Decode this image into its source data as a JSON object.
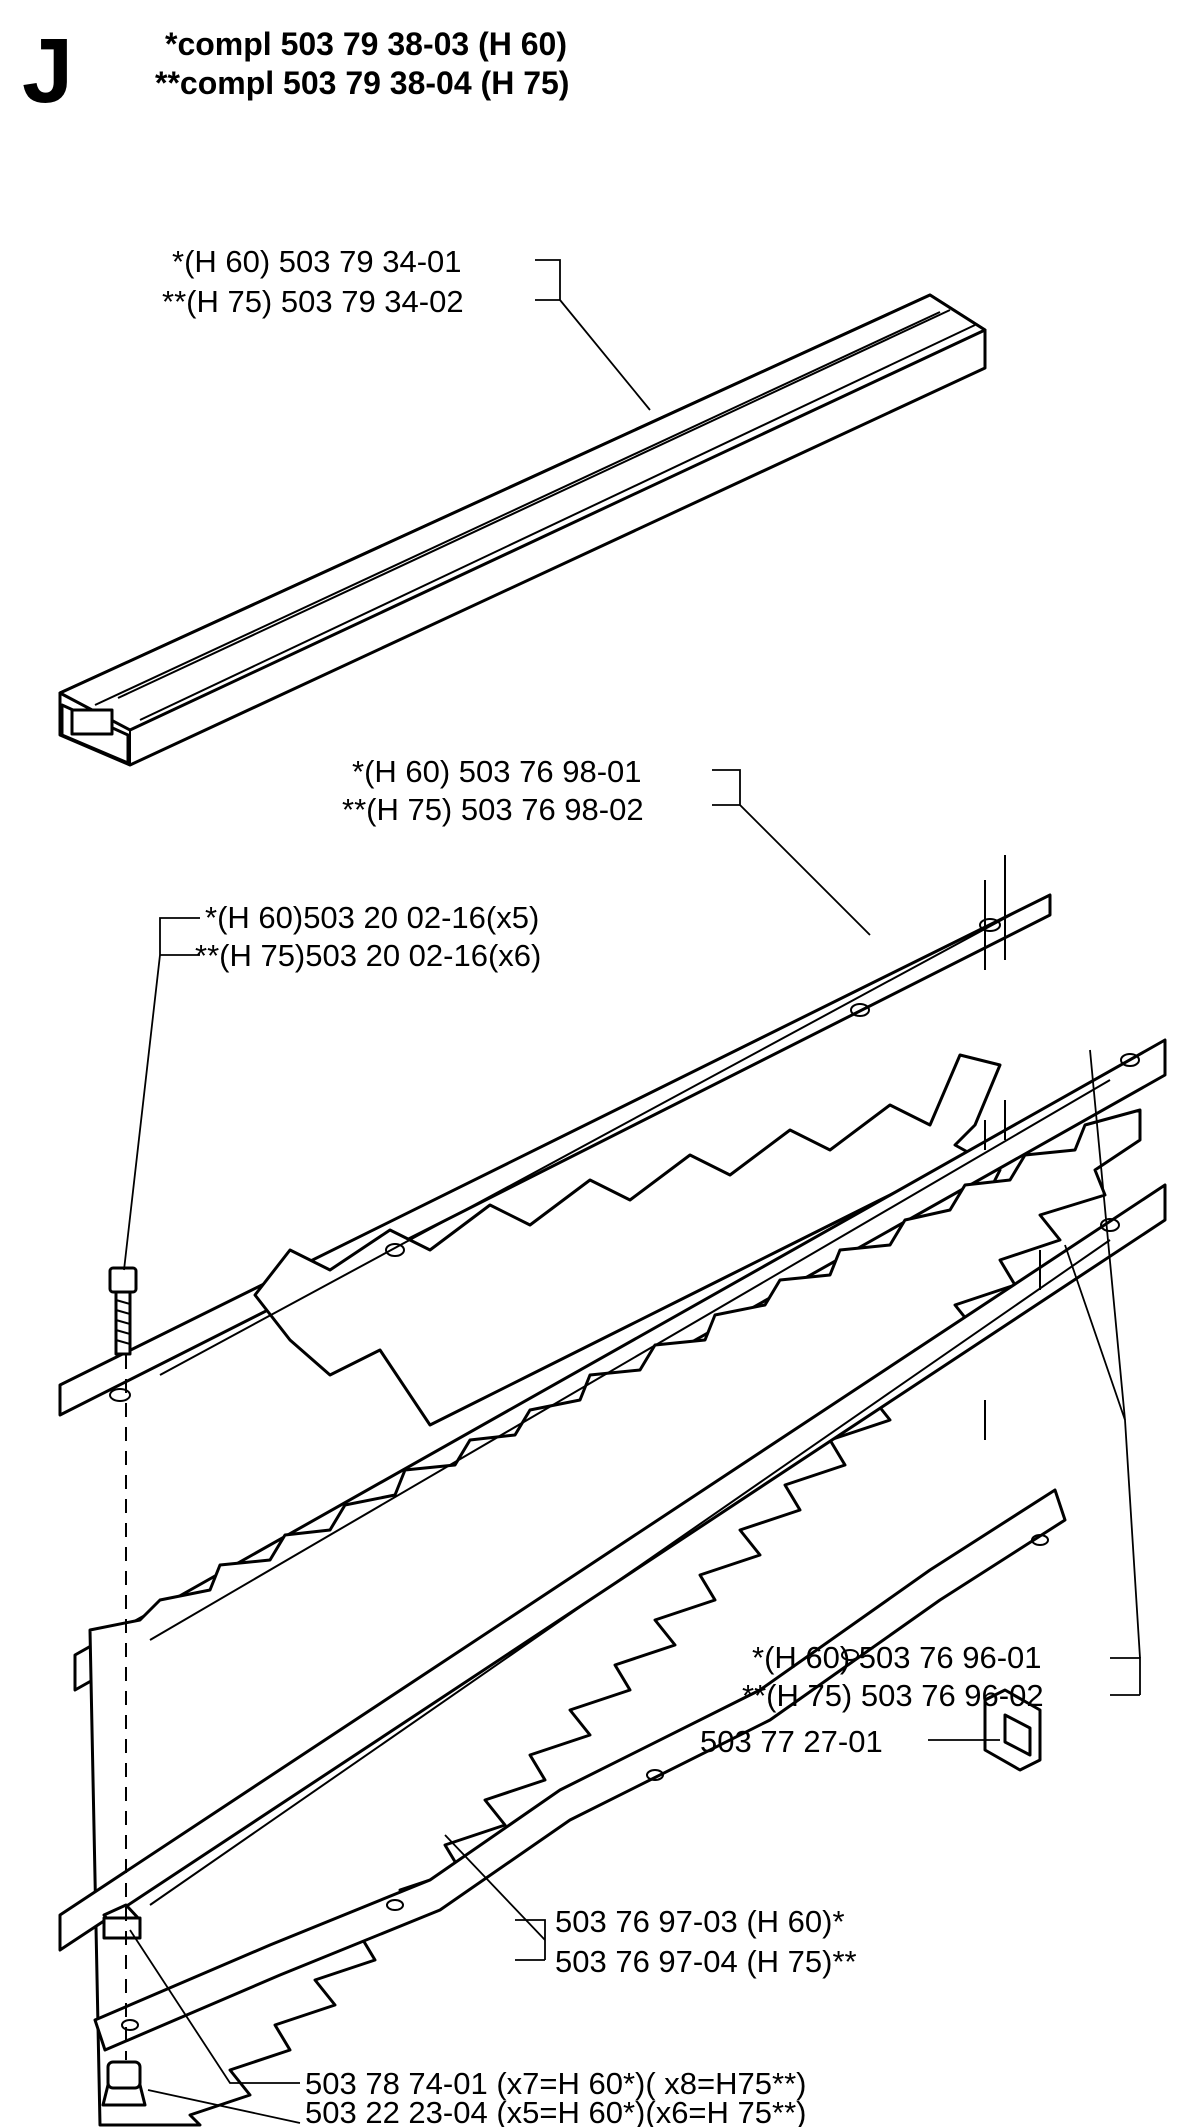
{
  "section_letter": "J",
  "header": {
    "line1": "*compl 503 79 38-03 (H 60)",
    "line2": "**compl 503 79 38-04 (H 75)"
  },
  "callouts": {
    "guide_bar": {
      "line1": "*(H 60) 503 79 34-01",
      "line2": "**(H 75) 503 79 34-02"
    },
    "upper_blade": {
      "line1": "*(H 60) 503 76 98-01",
      "line2": "**(H 75) 503 76 98-02"
    },
    "screw": {
      "line1": "*(H 60)503 20 02-16(x5)",
      "line2": "**(H 75)503 20 02-16(x6)"
    },
    "clip": {
      "line1": "503 77 27-01"
    },
    "lower_blades": {
      "line1": "*(H 60) 503 76 96-01",
      "line2": "**(H 75) 503 76 96-02"
    },
    "support_bar": {
      "line1": "503 76 97-03 (H 60)*",
      "line2": "503 76 97-04 (H 75)**"
    },
    "square_nut": {
      "line1": "503 78 74-01 (x7=H 60*)( x8=H75**)"
    },
    "cap_nut": {
      "line1": "503 22 23-04 (x5=H 60*)(x6=H 75**)"
    }
  }
}
